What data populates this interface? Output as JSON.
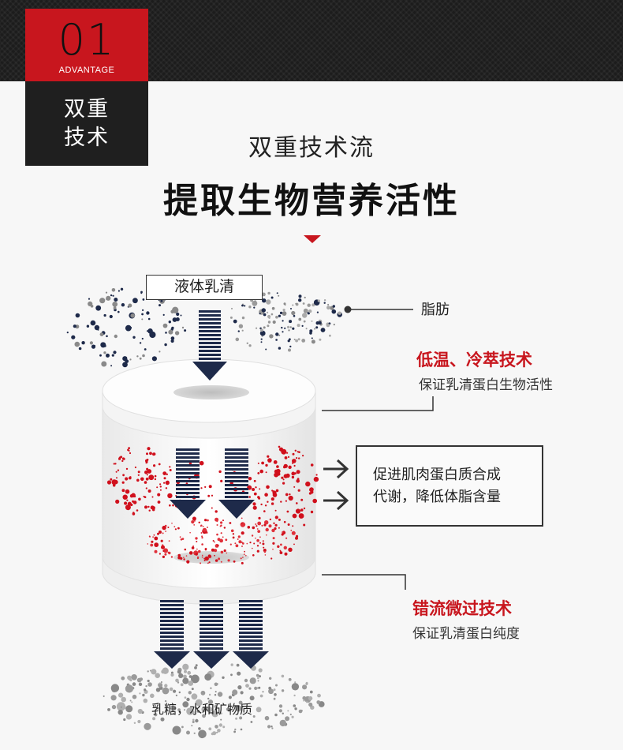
{
  "badge": {
    "number": "01",
    "word": "ADVANTAGE",
    "line1": "双重",
    "line2": "技术"
  },
  "heading": {
    "subtitle": "双重技术流",
    "title": "提取生物营养活性"
  },
  "diagram": {
    "input_label": "液体乳清",
    "fat_label": "脂肪",
    "tech1": {
      "title": "低温、冷萃技术",
      "desc": "保证乳清蛋白生物活性"
    },
    "effect": {
      "line1": "促进肌肉蛋白质合成",
      "line2": "代谢，降低体脂含量"
    },
    "tech2": {
      "title": "错流微过技术",
      "desc": "保证乳清蛋白纯度"
    },
    "output_label": "乳糖，水和矿物质"
  },
  "colors": {
    "accent": "#c8161e",
    "dark": "#1f1f1f",
    "navy": "#1e2a4a"
  }
}
